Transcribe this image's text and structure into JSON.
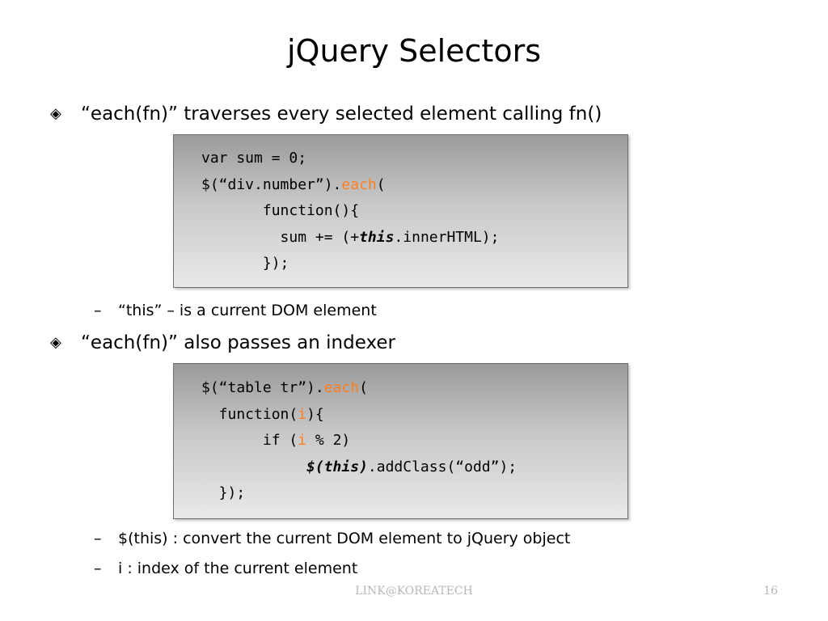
{
  "slide": {
    "title": "jQuery Selectors",
    "bullet_marker": "◈",
    "dash": "–",
    "bullets": [
      {
        "text": "“each(fn)” traverses every selected element calling fn()"
      },
      {
        "text": "“each(fn)” also passes an indexer"
      }
    ],
    "sub_bullets": [
      {
        "text": "“this” – is a current DOM element"
      },
      {
        "text": "$(this) : convert the current DOM element to jQuery object"
      },
      {
        "text": "i : index of the current element"
      }
    ],
    "code1": {
      "l1": "var sum = 0;",
      "l2_pre": "$(“div.number”).",
      "l2_each": "each",
      "l2_post": "(",
      "l3": "       function(){",
      "l4_pre": "         sum += (+",
      "l4_this": "this",
      "l4_post": ".innerHTML);",
      "l5": "       });"
    },
    "code2": {
      "l1_pre": "$(“table tr”).",
      "l1_each": "each",
      "l1_post": "(",
      "l2_pre": "  function(",
      "l2_i": "i",
      "l2_post": "){",
      "l3_pre": "       if (",
      "l3_i": "i",
      "l3_post": " % 2)",
      "l4_indent": "            ",
      "l4_this": "$(this)",
      "l4_post": ".addClass(“odd”);",
      "l5": "  });"
    },
    "footer": {
      "center": "LINK@KOREATECH",
      "page": "16"
    },
    "colors": {
      "keyword_orange": "#ff7f1e",
      "footer_gray": "#b8b8b8"
    }
  }
}
